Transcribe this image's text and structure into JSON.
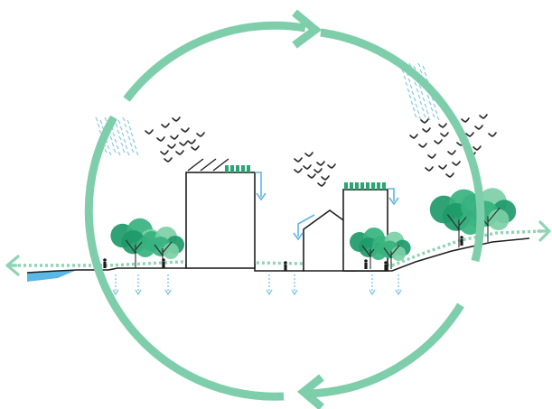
{
  "colors": {
    "cycle": "#7fceab",
    "cycle_dark": "#5fbf97",
    "ground": "#1f1f1f",
    "path": "#8fd4b4",
    "water": "#5bb7e3",
    "rain": "#87c8e8",
    "tree_dark": "#1e9a6a",
    "tree_mid": "#37b27f",
    "tree_light": "#7ccfa6",
    "solar": "#27a872",
    "birds": "#2b2b2b",
    "person": "#1a1a1a"
  },
  "icons": {
    "cycle": "circular-cycle-arrows",
    "rain": "rain-lines",
    "birds": "bird-flock",
    "tree": "tree-cluster",
    "solar": "solar-panel",
    "drain": "dashed-downward-arrow",
    "person": "person-figure",
    "building": "building-outline"
  }
}
